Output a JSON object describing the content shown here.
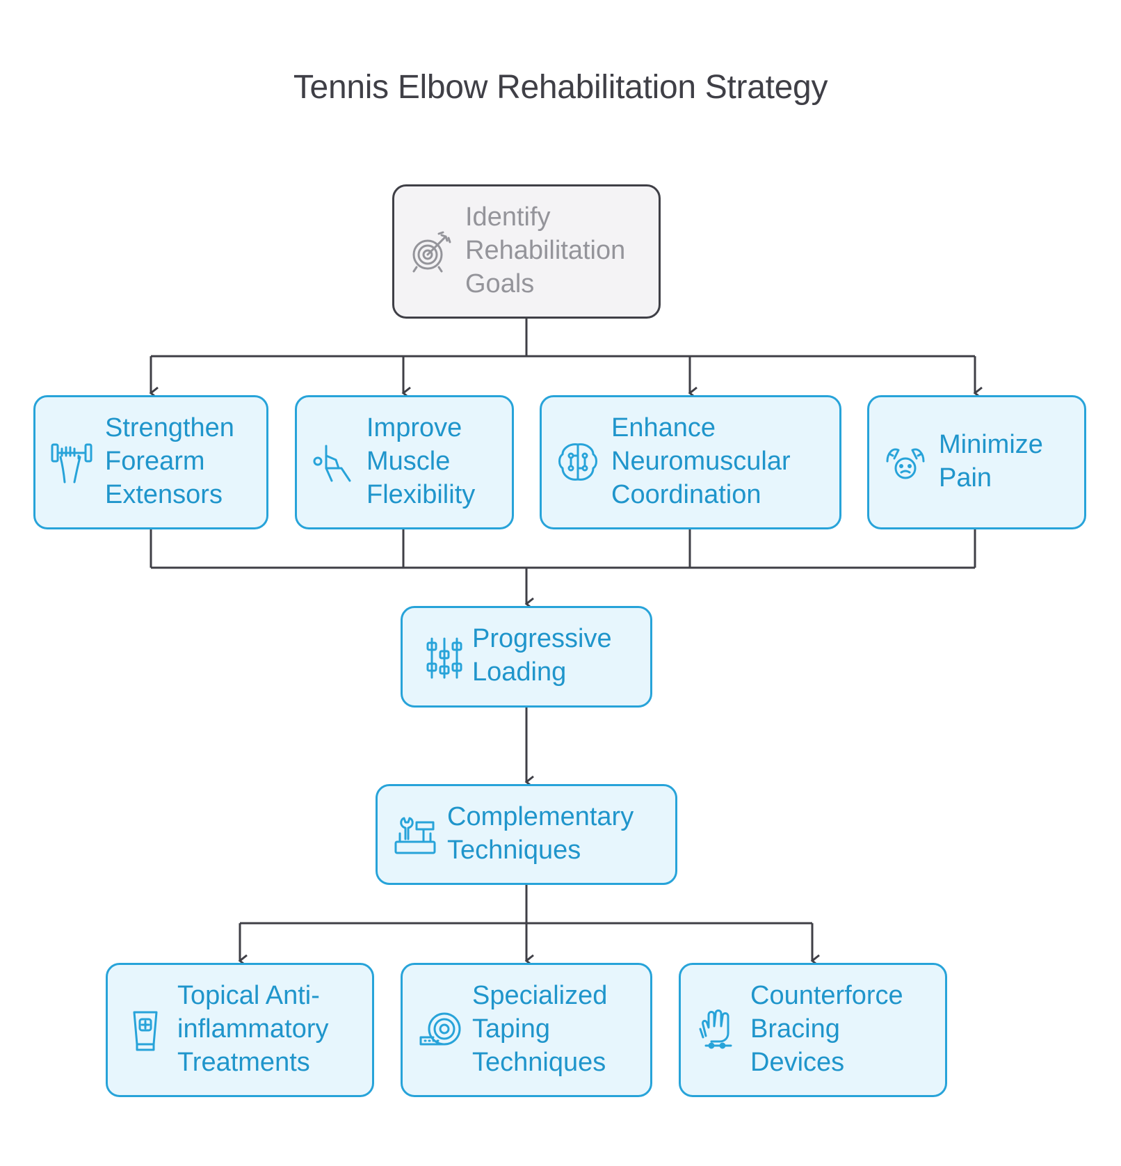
{
  "title": "Tennis Elbow Rehabilitation Strategy",
  "colors": {
    "accent": "#27a3d9",
    "accent_text": "#1f95cb",
    "node_fill": "#e7f6fd",
    "root_border": "#3f3f46",
    "root_fill": "#f4f3f5",
    "root_text": "#94949a",
    "connector": "#3f3f46"
  },
  "nodes": {
    "root": {
      "label": "Identify\nRehabilitation\nGoals",
      "icon": "target-arrow-icon"
    },
    "goals": [
      {
        "label": "Strengthen\nForearm\nExtensors",
        "icon": "dumbbell-hand-icon"
      },
      {
        "label": "Improve\nMuscle\nFlexibility",
        "icon": "stretching-person-icon"
      },
      {
        "label": "Enhance\nNeuromuscular\nCoordination",
        "icon": "brain-circuit-icon"
      },
      {
        "label": "Minimize\nPain",
        "icon": "face-hands-icon"
      }
    ],
    "progressive": {
      "label": "Progressive\nLoading",
      "icon": "weight-plates-icon"
    },
    "complementary": {
      "label": "Complementary\nTechniques",
      "icon": "toolbox-icon"
    },
    "techniques": [
      {
        "label": "Topical Anti-\ninflammatory\nTreatments",
        "icon": "cream-tube-icon"
      },
      {
        "label": "Specialized\nTaping\nTechniques",
        "icon": "tape-roll-icon"
      },
      {
        "label": "Counterforce\nBracing\nDevices",
        "icon": "brace-glove-icon"
      }
    ]
  }
}
